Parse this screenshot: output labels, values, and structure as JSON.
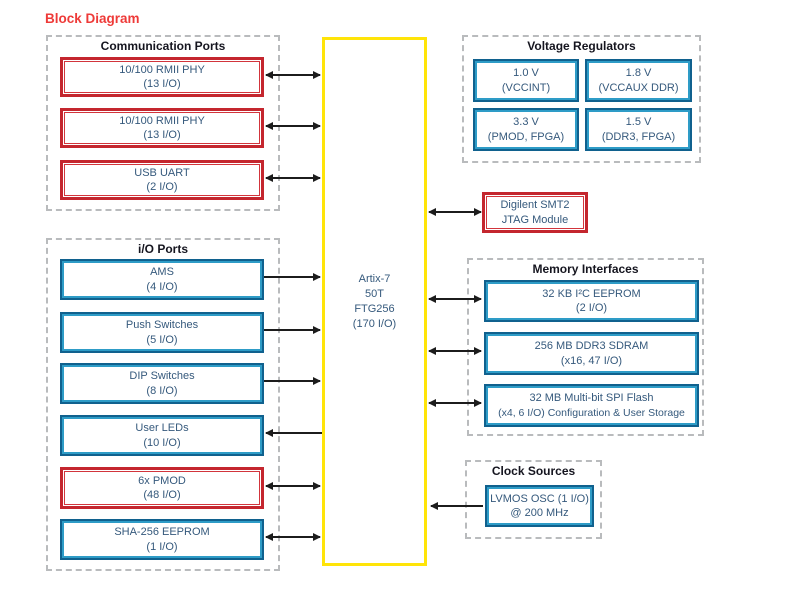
{
  "title": "Block Diagram",
  "fpga": {
    "line1": "Artix-7",
    "line2": "50T",
    "line3": "FTG256",
    "line4": "(170 I/O)"
  },
  "communication_ports": {
    "header": "Communication Ports",
    "boxes": [
      {
        "line1": "10/100 RMII PHY",
        "line2": "(13 I/O)"
      },
      {
        "line1": "10/100 RMII PHY",
        "line2": "(13 I/O)"
      },
      {
        "line1": "USB UART",
        "line2": "(2 I/O)"
      }
    ]
  },
  "io_ports": {
    "header": "i/O Ports",
    "boxes": [
      {
        "line1": "AMS",
        "line2": "(4 I/O)"
      },
      {
        "line1": "Push Switches",
        "line2": "(5 I/O)"
      },
      {
        "line1": "DIP Switches",
        "line2": "(8 I/O)"
      },
      {
        "line1": "User LEDs",
        "line2": "(10 I/O)"
      },
      {
        "line1": "6x PMOD",
        "line2": "(48 I/O)"
      },
      {
        "line1": "SHA-256 EEPROM",
        "line2": "(1 I/O)"
      }
    ]
  },
  "voltage_regulators": {
    "header": "Voltage Regulators",
    "boxes": [
      {
        "line1": "1.0 V",
        "line2": "(VCCINT)"
      },
      {
        "line1": "1.8 V",
        "line2": "(VCCAUX DDR)"
      },
      {
        "line1": "3.3 V",
        "line2": "(PMOD, FPGA)"
      },
      {
        "line1": "1.5 V",
        "line2": "(DDR3, FPGA)"
      }
    ]
  },
  "jtag": {
    "line1": "Digilent SMT2",
    "line2": "JTAG Module"
  },
  "memory_interfaces": {
    "header": "Memory Interfaces",
    "boxes": [
      {
        "line1": "32 KB I²C EEPROM",
        "line2": "(2 I/O)"
      },
      {
        "line1": "256 MB DDR3 SDRAM",
        "line2": "(x16, 47 I/O)"
      },
      {
        "line1": "32 MB Multi-bit SPI Flash",
        "line2": "(x4, 6 I/O) Configuration & User Storage"
      }
    ]
  },
  "clock_sources": {
    "header": "Clock Sources",
    "box": {
      "line1": "LVMOS OSC (1 I/O)",
      "line2": "@ 200 MHz"
    }
  },
  "colors": {
    "title_red": "#EE3A38",
    "red_border": "#C4262E",
    "blue_border": "#10618E",
    "blue_inner": "#2E9CC7",
    "yellow_border": "#FFE408",
    "dash_gray": "#B9BBBD",
    "heading_text": "#15151F",
    "box_text": "#35597C",
    "arrow": "#1C1C1C"
  }
}
